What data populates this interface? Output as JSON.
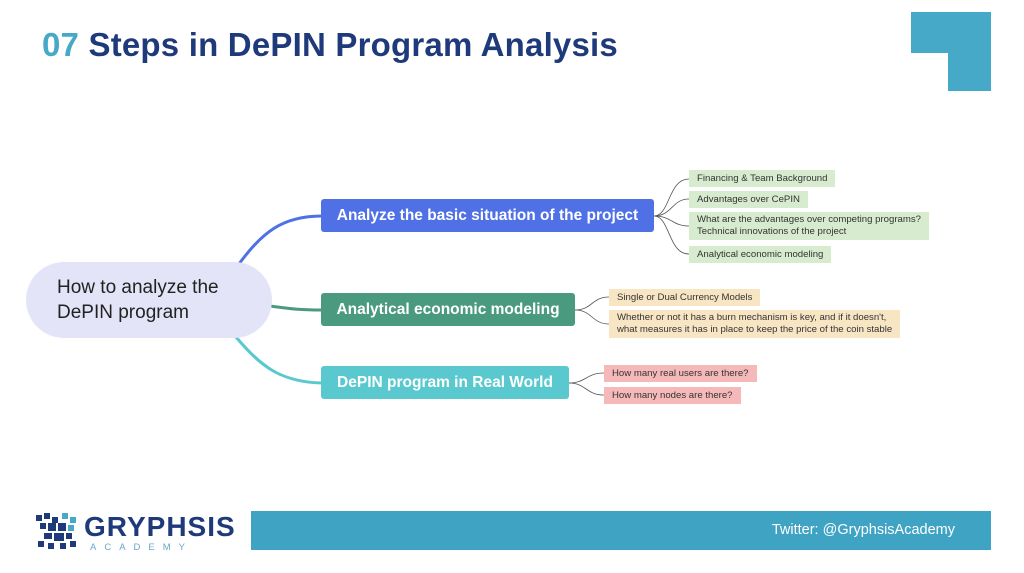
{
  "title": {
    "number": "07",
    "text": "Steps in DePIN Program Analysis"
  },
  "root": {
    "line1": "How to analyze the",
    "line2": "DePIN program"
  },
  "branches": [
    {
      "label": "Analyze the basic situation of the project",
      "leaves": [
        "Financing & Team Background",
        "Advantages over CePIN",
        "What are the advantages over competing programs?",
        "Technical innovations of the project",
        "Analytical economic modeling"
      ]
    },
    {
      "label": "Analytical economic modeling",
      "leaves": [
        "Single or Dual Currency Models",
        "Whether or not it has a burn mechanism is key, and if it doesn't,",
        "what measures it has in place to keep the price of the coin stable"
      ]
    },
    {
      "label": "DePIN program in Real World",
      "leaves": [
        "How many real users are there?",
        "How many nodes are there?"
      ]
    }
  ],
  "footer": {
    "brand": "GRYPHSIS",
    "brand_sub": "ACADEMY",
    "twitter": "Twitter: @GryphsisAcademy"
  },
  "colors": {
    "title_navy": "#1f3a7a",
    "accent_teal": "#45a9c7",
    "branch1": "#5071e6",
    "branch2": "#4a9a80",
    "branch3": "#5ac9cf",
    "leaf_green": "#d7ebcf",
    "leaf_yellow": "#f8e5c4",
    "leaf_pink": "#f5b9b9",
    "root_fill": "#e4e4f8",
    "footer_bar": "#3fa3c4"
  }
}
